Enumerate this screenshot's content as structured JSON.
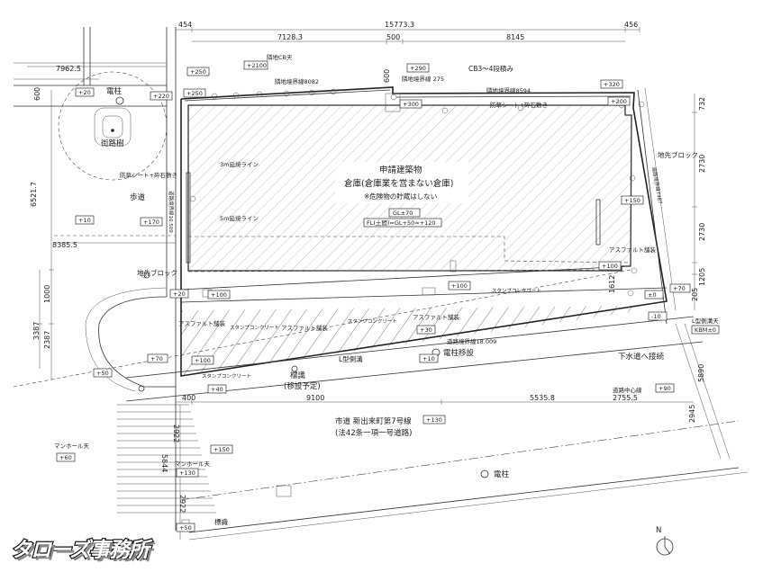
{
  "dims": {
    "top": [
      "454",
      "15773.3",
      "456"
    ],
    "second": [
      "7128.3",
      "500",
      "8145"
    ],
    "left_top": "7962.5",
    "left_600": "600",
    "left_main": "6521.7",
    "left_8385": "8385.5",
    "left_1000": "1000",
    "left_3387": "3387",
    "left_2387": "2387",
    "right_732": "732",
    "right_2730a": "2730",
    "right_2730b": "2730",
    "right_1205": "1205",
    "right_205": "205",
    "right_600": "600",
    "right_1612": "1612",
    "right_2945": "2945",
    "right_5890": "5890",
    "bottom": [
      "400",
      "9100",
      "5535.8"
    ],
    "road_2755": "2755.5",
    "road_2922a": "2922",
    "road_2922b": "2922",
    "road_5844": "5844"
  },
  "levels": {
    "p250a": "+250",
    "p2100": "+2100",
    "p290": "+290",
    "p320": "+320",
    "p20a": "+20",
    "p220": "+220",
    "p250b": "+250",
    "p300": "+300",
    "p200": "+200",
    "p10a": "+10",
    "p170": "+170",
    "p150": "+150",
    "p100a": "+100",
    "p70a": "+70",
    "p20b": "+20",
    "p100b": "+100",
    "p100c": "+100",
    "pm0": "±0",
    "m10": "-10",
    "p30": "+30",
    "p10b": "+10",
    "p70b": "+70",
    "p100d": "+100",
    "p50a": "+50",
    "p40": "+40",
    "p90": "+90",
    "p130a": "+130",
    "p150b": "+150",
    "p60": "+60",
    "p130b": "+130",
    "p50b": "+50"
  },
  "labels": {
    "utility_pole": "電柱",
    "street_tree": "街路樹",
    "neighbor_cb": "隣地CB天",
    "neighbor_line_8082": "隣地境界線8082",
    "neighbor_line_275": "隣地境界線 275",
    "cb_blocks": "CB3～4段積み",
    "neighbor_line_8594": "隣地境界線8594",
    "weedproof_top": "防草シート+砕石敷き",
    "weedproof_left": "防草シート+砕石敷き",
    "sidewalk": "歩道",
    "ext_3m": "3m延焼ライン",
    "ext_5m": "5m延焼ライン",
    "road_boundary_left": "道路境界線10.509",
    "garden_block_right": "地先ブロック",
    "road_boundary_right": "道路境界線7487",
    "asphalt_right": "アスファルト舗装",
    "garden_block_left": "地先ブロック",
    "stamp_concrete_a": "スタンプコンクリート",
    "asphalt_a": "アスファルト舗装",
    "stamp_concrete_b": "スタンプコンクリート",
    "asphalt_b": "アスファルト舗装",
    "stamp_concrete_c": "スタンプコンクリート",
    "asphalt_c": "アスファルト舗装",
    "stamp_concrete_d": "スタンプコンクリート",
    "road_boundary_bottom": "道路境界線18.009",
    "pole_relocate": "電柱移設",
    "l_gutter": "L型側溝",
    "sign_left": "標識",
    "sign_planned": "(移設予定)",
    "sewer": "下水道へ接続",
    "gutter_top": "L型側溝天",
    "kbm": "KBM±0",
    "road_center": "道路中心線",
    "street_name": "市道 新出来町第7号線",
    "street_law": "(法42条一項一号道路)",
    "manhole_left": "マンホール天",
    "manhole_mid": "マンホール天",
    "utility_pole_b": "電柱",
    "sign_bottom": "標識",
    "north": "N"
  },
  "building": {
    "title": "申請建築物",
    "use": "倉庫(倉庫業を営まない倉庫)",
    "note": "※危険物の貯蔵はしない",
    "gl": "GL±70",
    "fl": "FL(土間)=GL+50=+120"
  },
  "logo": "タローズ事務所"
}
